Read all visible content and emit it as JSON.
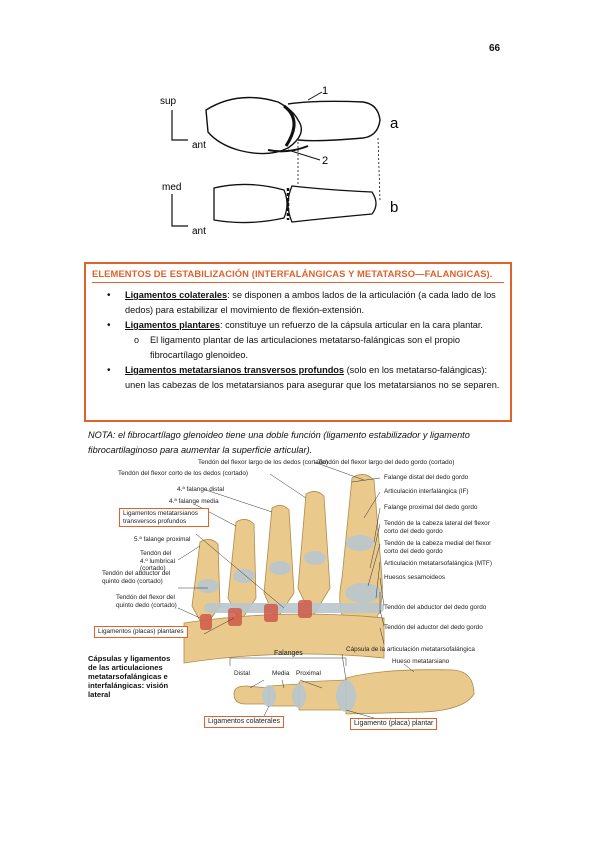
{
  "page": {
    "number": "66"
  },
  "joint_diagram": {
    "labels": {
      "sup": "sup",
      "ant_top": "ant",
      "med": "med",
      "ant_bottom": "ant",
      "a": "a",
      "b": "b",
      "one": "1",
      "two": "2"
    }
  },
  "stabilization": {
    "title": "ELEMENTOS DE ESTABILIZACIÓN (INTERFALÁNGICAS Y METATARSO—FALANGICAS).",
    "items": [
      {
        "term": "Ligamentos colaterales",
        "text": ": se disponen a ambos lados de la articulación (a cada lado de los dedos) para estabilizar el movimiento de flexión-extensión."
      },
      {
        "term": "Ligamentos plantares",
        "text": ": constituye un refuerzo de la cápsula articular en la cara plantar."
      },
      {
        "term": "",
        "text": "El ligamento plantar de las articulaciones metatarso-falángicas son el propio fibrocartílago glenoideo."
      },
      {
        "term": "Ligamentos metatarsianos transversos profundos",
        "text": " (solo en los metatarso-falángicas): unen las cabezas de los metatarsianos para asegurar que los metatarsianos no se separen."
      }
    ],
    "bullets": {
      "dot": "•",
      "sub": "o"
    }
  },
  "note": "NOTA: el fibrocartílago glenoideo tiene una doble función (ligamento estabilizador y ligamento fibrocartilaginoso para aumentar la superficie articular).",
  "foot_figure": {
    "left_labels": [
      "Tendón del flexor largo de los dedos (cortado)",
      "Tendón del flexor corto de los dedos (cortado)",
      "4.ª falange distal",
      "4.ª falange media",
      "5.ª falange proximal",
      "Tendón del 4.º lumbrical (cortado)",
      "Tendón del abductor del quinto dedo (cortado)",
      "Tendón del flexor del quinto dedo (cortado)"
    ],
    "boxed_left": [
      "Ligamentos metatarsianos transversos profundos",
      "Ligamentos (placas) plantares"
    ],
    "right_labels": [
      "Tendón del flexor largo del dedo gordo (cortado)",
      "Falange distal del dedo gordo",
      "Articulación interfalángica (IF)",
      "Falange proximal del dedo gordo",
      "Tendón de la cabeza lateral del flexor corto del dedo gordo",
      "Tendón de la cabeza medial del flexor corto del dedo gordo",
      "Articulación metatarsofalángica (MTF)",
      "Huesos sesamoideos",
      "Tendón del abductor del dedo gordo",
      "Tendón del aductor del dedo gordo"
    ],
    "lateral_caption": "Cápsulas y ligamentos de las articulaciones metatarsofalángicas e interfalángicas: visión lateral",
    "lateral_labels": {
      "falanges": "Falanges",
      "distal": "Distal",
      "media": "Media",
      "proximal": "Proximal",
      "capsula": "Cápsula de la articulación metatarsofalángica",
      "hueso": "Hueso metatarsiano"
    },
    "boxed_bottom": [
      "Ligamentos colaterales",
      "Ligamento (placa) plantar"
    ]
  },
  "colors": {
    "accent": "#e0622b",
    "bone": "#e9c98c",
    "ligament": "#b9c7cf",
    "red_ligament": "#cf5a4a"
  }
}
